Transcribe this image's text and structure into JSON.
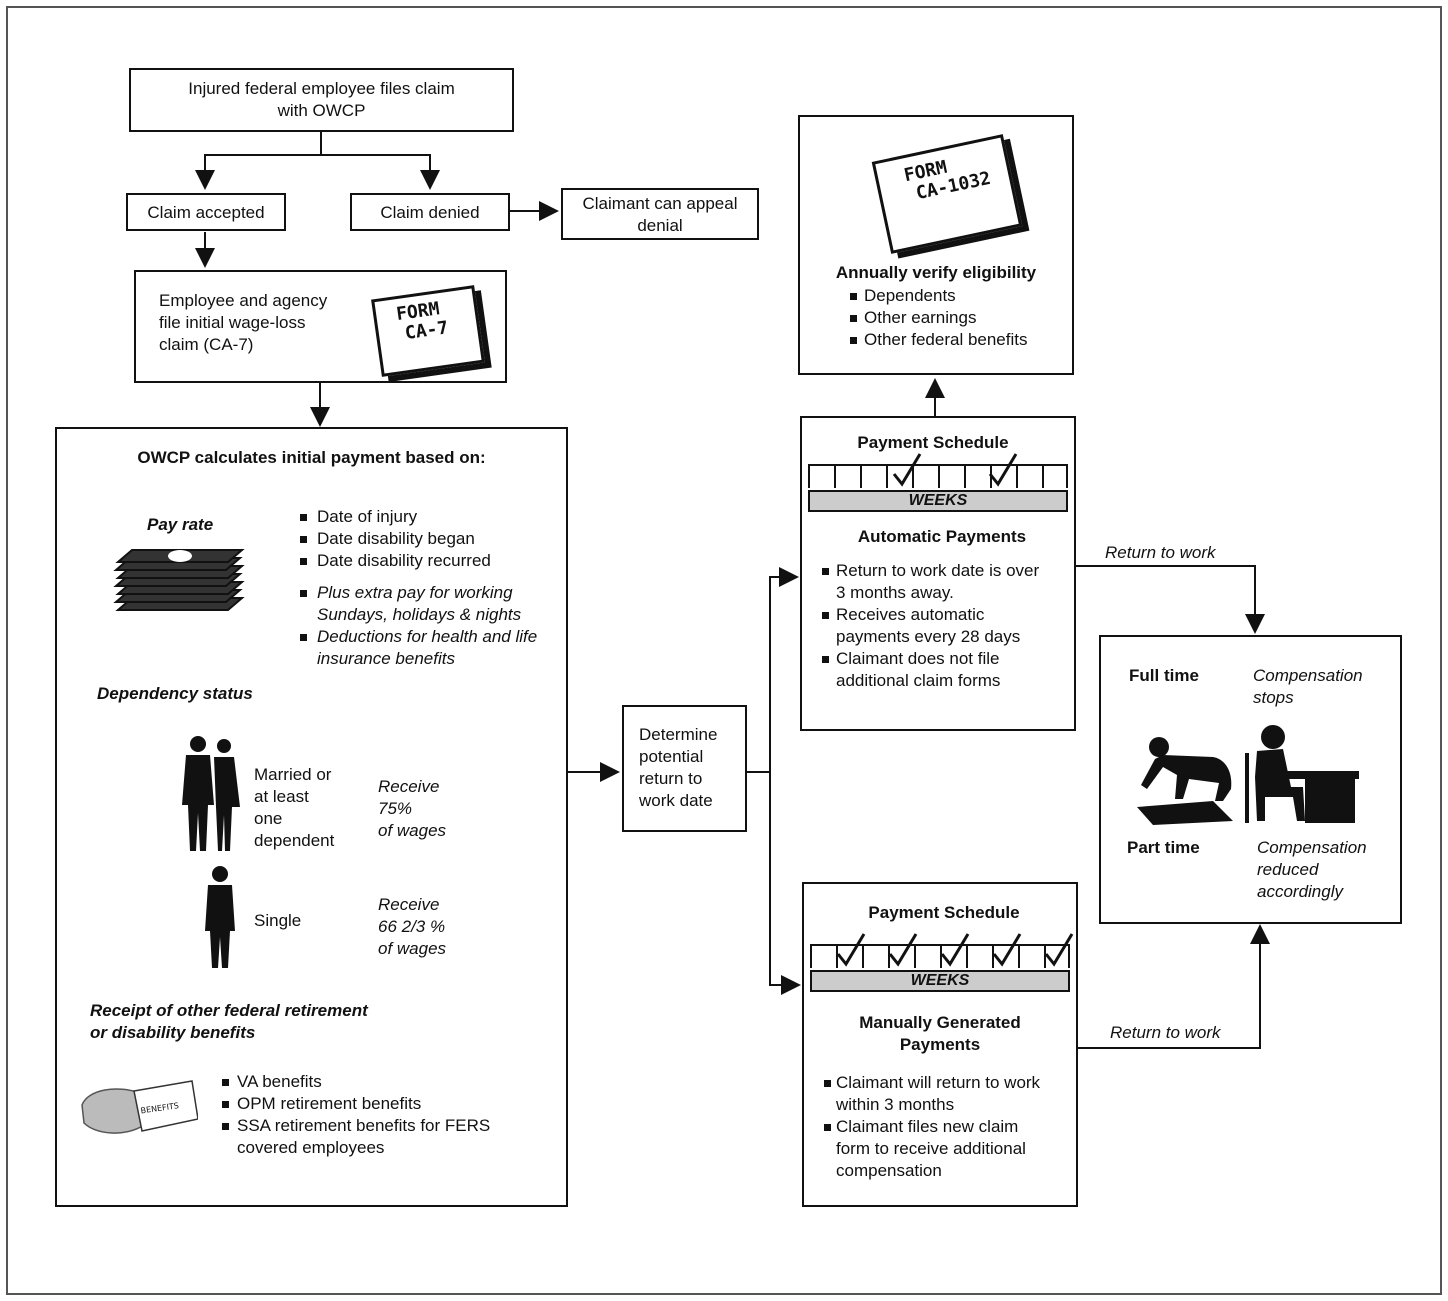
{
  "start": {
    "text": "Injured federal employee files claim\nwith OWCP"
  },
  "accepted": {
    "text": "Claim accepted"
  },
  "denied": {
    "text": "Claim denied"
  },
  "appeal": {
    "text": "Claimant can appeal\ndenial"
  },
  "ca7": {
    "text": "Employee and agency\nfile initial wage-loss\nclaim (CA-7)",
    "form_line1": "FORM",
    "form_line2": "CA-7"
  },
  "calc": {
    "title": "OWCP calculates initial payment based on:",
    "pay_rate": {
      "heading": "Pay rate",
      "items": [
        "Date of injury",
        "Date disability began",
        "Date disability recurred"
      ],
      "extras": [
        "Plus extra pay for working\nSundays, holidays & nights",
        "Deductions for health and life\ninsurance benefits"
      ]
    },
    "dependency": {
      "heading": "Dependency status",
      "married_label": "Married or\nat least\none\ndependent",
      "married_receive": "Receive\n75%\nof wages",
      "single_label": "Single",
      "single_receive": "Receive\n66 2/3 %\nof wages"
    },
    "other": {
      "heading": "Receipt of other federal retirement\nor disability benefits",
      "card_text": "BENEFITS",
      "items": [
        "VA benefits",
        "OPM retirement benefits",
        "SSA retirement benefits for FERS\ncovered employees"
      ]
    }
  },
  "determine": {
    "text": "Determine\npotential\nreturn to\nwork date"
  },
  "verify": {
    "form_line1": "FORM",
    "form_line2": "CA-1032",
    "title": "Annually verify eligibility",
    "items": [
      "Dependents",
      "Other earnings",
      "Other federal benefits"
    ]
  },
  "auto": {
    "schedule": "Payment Schedule",
    "weeks": "WEEKS",
    "title": "Automatic Payments",
    "items": [
      "Return to work date is over\n3 months away.",
      "Receives  automatic\npayments every 28 days",
      "Claimant does not file\nadditional claim forms"
    ]
  },
  "manual": {
    "schedule": "Payment Schedule",
    "weeks": "WEEKS",
    "title": "Manually Generated\nPayments",
    "items": [
      "Claimant will return to work\nwithin 3 months",
      "Claimant  files new claim\nform to receive additional\ncompensation"
    ]
  },
  "return_label_top": "Return to work",
  "return_label_bottom": "Return to work",
  "outcome": {
    "full_time": "Full time",
    "full_time_result": "Compensation\nstops",
    "part_time": "Part time",
    "part_time_result": "Compensation\nreduced\naccordingly"
  }
}
